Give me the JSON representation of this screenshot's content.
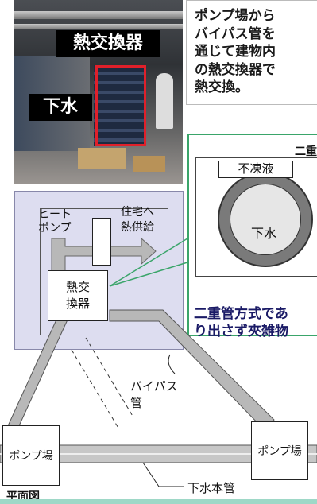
{
  "photo": {
    "label_heat_exchanger": "熱交換器",
    "label_sewage": "下水"
  },
  "note": {
    "lines": [
      "ポンプ場から",
      "バイパス管を",
      "通じて建物内",
      "の熱交換器で",
      "熱交換。"
    ]
  },
  "callout": {
    "title": "二重",
    "antifreeze_label": "不凍液",
    "sewage_label": "下水",
    "caption_line1": "二重管方式であ",
    "caption_line2": "り出さず夾雑物"
  },
  "plan": {
    "heat_pump_label": "ヒート\nポンプ",
    "housing_label": "住宅へ\n熱供給",
    "heat_exchanger_label": "熱交\n換器",
    "bypass_label": "バイパス\n管",
    "pump_station_left": "ポンプ場",
    "pump_station_right": "ポンプ場",
    "main_pipe_label": "下水本管",
    "plan_view_label": "平面図"
  },
  "colors": {
    "callout_border": "#3aa56a",
    "building_fill": "#ddddf0",
    "arrow_fill": "#b8b8b8",
    "photo_label_border": "#e0202a"
  }
}
